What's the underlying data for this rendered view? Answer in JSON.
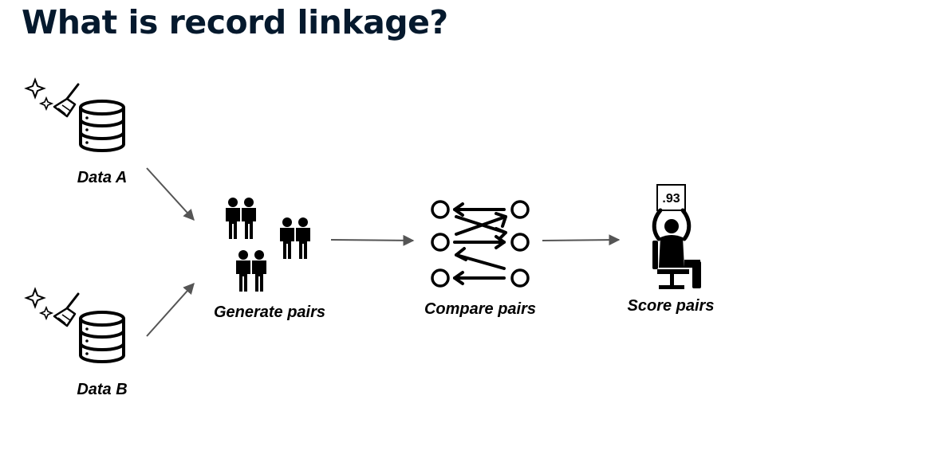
{
  "title": "What is record linkage?",
  "nodes": {
    "data_a": {
      "label": "Data A",
      "icon": "database-with-broom-icon"
    },
    "data_b": {
      "label": "Data B",
      "icon": "database-with-broom-icon"
    },
    "generate": {
      "label": "Generate pairs",
      "icon": "people-pairs-icon"
    },
    "compare": {
      "label": "Compare pairs",
      "icon": "compare-arrows-icon"
    },
    "score": {
      "label": "Score pairs",
      "icon": "person-holding-score-icon",
      "score_value": ".93"
    }
  },
  "edges": [
    {
      "from": "Data A",
      "to": "Generate pairs"
    },
    {
      "from": "Data B",
      "to": "Generate pairs"
    },
    {
      "from": "Generate pairs",
      "to": "Compare pairs"
    },
    {
      "from": "Compare pairs",
      "to": "Score pairs"
    }
  ],
  "colors": {
    "title": "#05192d",
    "icon": "#000000",
    "arrow": "#555555"
  }
}
